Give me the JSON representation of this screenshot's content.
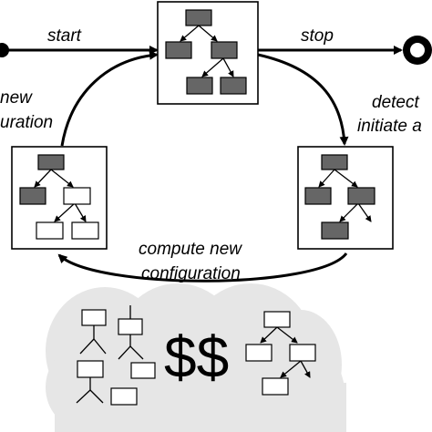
{
  "labels": {
    "start": "start",
    "stop": "stop",
    "new_configuration_left_1": "new",
    "new_configuration_left_2": "uration",
    "detect_right_1": "detect",
    "detect_right_2": "initiate a",
    "compute_1": "compute new",
    "compute_2": "configuration",
    "cost": "$$"
  },
  "colors": {
    "node_dark": "#666666",
    "node_light": "#ffffff",
    "cloud": "#e6e6e6",
    "line": "#000000"
  }
}
